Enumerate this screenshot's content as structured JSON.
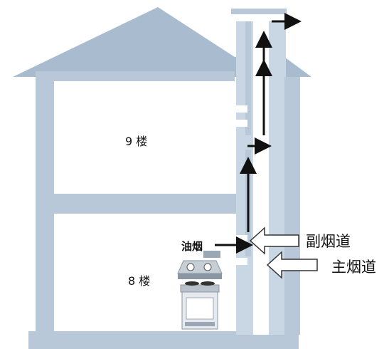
{
  "labels": {
    "floor_upper": "9 楼",
    "floor_lower": "8 楼",
    "oil_smoke": "油烟",
    "secondary_flue": "副烟道",
    "main_flue": "主烟道"
  },
  "colors": {
    "wall": "#b8c8d9",
    "roof": "#a9bccf",
    "flue": "#c9d6e3",
    "arrow": "#111111",
    "hollow_arrow_stroke": "#333333"
  },
  "icons": [
    "range-hood-icon",
    "gas-stove-icon"
  ]
}
